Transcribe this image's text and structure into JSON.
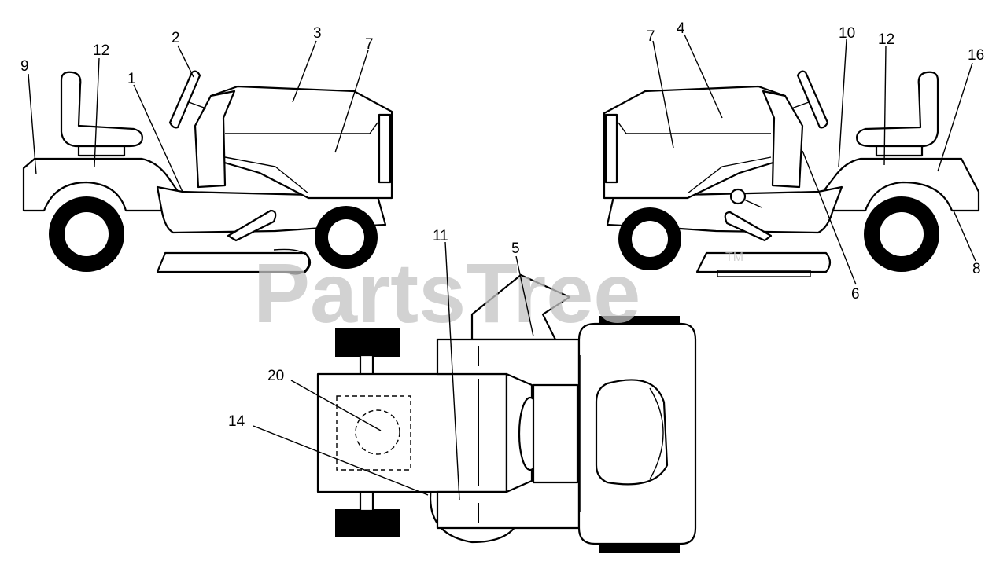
{
  "watermark": {
    "text": "PartsTree",
    "mark": "TM"
  },
  "callouts": {
    "c1": "1",
    "c2": "2",
    "c3": "3",
    "c4": "4",
    "c5": "5",
    "c6": "6",
    "c7a": "7",
    "c7b": "7",
    "c8": "8",
    "c9": "9",
    "c10": "10",
    "c11": "11",
    "c12a": "12",
    "c12b": "12",
    "c14": "14",
    "c16": "16",
    "c20": "20"
  }
}
